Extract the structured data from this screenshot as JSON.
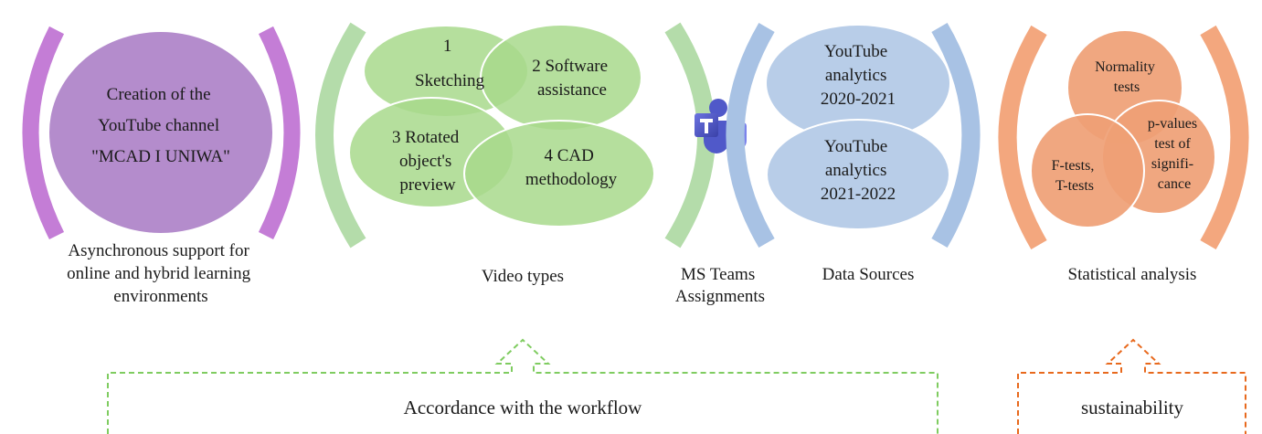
{
  "group1": {
    "circle_lines": [
      "Creation of the",
      "YouTube channel",
      "\"MCAD I UNIWA\""
    ],
    "caption_lines": [
      "Asynchronous support for",
      "online and hybrid learning",
      "environments"
    ]
  },
  "group2": {
    "ovals": [
      {
        "lines": [
          "1",
          "Sketching"
        ]
      },
      {
        "lines": [
          "2 Software",
          "assistance"
        ]
      },
      {
        "lines": [
          "3 Rotated",
          "object's",
          "preview"
        ]
      },
      {
        "lines": [
          "4 CAD",
          "methodology"
        ]
      }
    ],
    "caption": "Video types"
  },
  "teams": {
    "caption_lines": [
      "MS Teams",
      "Assignments"
    ],
    "icon": "ms-teams-icon"
  },
  "group3": {
    "ovals": [
      {
        "lines": [
          "YouTube",
          "analytics",
          "2020-2021"
        ]
      },
      {
        "lines": [
          "YouTube",
          "analytics",
          "2021-2022"
        ]
      }
    ],
    "caption": "Data Sources"
  },
  "group4": {
    "circles": [
      {
        "lines": [
          "Normality",
          "tests"
        ]
      },
      {
        "lines": [
          "p-values",
          "test of",
          "signifi-",
          "cance"
        ]
      },
      {
        "lines": [
          "F-tests,",
          "T-tests"
        ]
      }
    ],
    "caption": "Statistical analysis"
  },
  "bottom": {
    "workflow_label": "Accordance with the workflow",
    "sustainability_label": "sustainability"
  },
  "colors": {
    "purple_fill": "#b48ccc",
    "purple_bracket": "#c47dd6",
    "green_fill": "#a8d98c",
    "green_bracket": "#b4dcaa",
    "blue_fill": "#b8cde8",
    "blue_bracket": "#a8c2e4",
    "orange_fill": "#ef9f75",
    "orange_bracket": "#f3a77e",
    "green_dash": "#7fcc60",
    "orange_dash": "#e8691d",
    "teams_purple": "#5059c9"
  }
}
